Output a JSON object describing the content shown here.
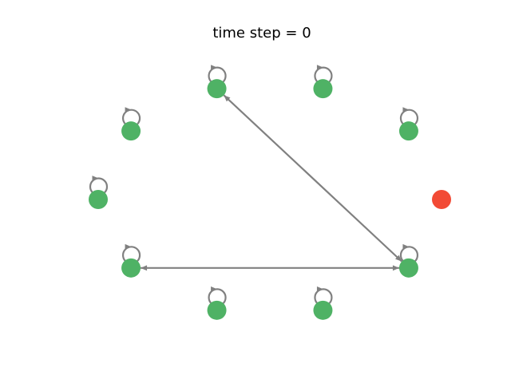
{
  "title": "time step = 0",
  "colors": {
    "edge": "#808080",
    "node_default": "#4fb265",
    "node_highlight": "#f24a35",
    "background": "#ffffff"
  },
  "graph": {
    "nodes": [
      {
        "id": "n0",
        "state": "highlight",
        "self_loop": false
      },
      {
        "id": "n1",
        "state": "default",
        "self_loop": true
      },
      {
        "id": "n2",
        "state": "default",
        "self_loop": true
      },
      {
        "id": "n3",
        "state": "default",
        "self_loop": true
      },
      {
        "id": "n4",
        "state": "default",
        "self_loop": true
      },
      {
        "id": "n5",
        "state": "default",
        "self_loop": true
      },
      {
        "id": "n6",
        "state": "default",
        "self_loop": true
      },
      {
        "id": "n7",
        "state": "default",
        "self_loop": true
      },
      {
        "id": "n8",
        "state": "default",
        "self_loop": true
      },
      {
        "id": "n9",
        "state": "default",
        "self_loop": true
      }
    ],
    "edges": [
      {
        "source": "n9",
        "target": "n3",
        "direction": "both"
      },
      {
        "source": "n9",
        "target": "n6",
        "direction": "both"
      }
    ]
  }
}
